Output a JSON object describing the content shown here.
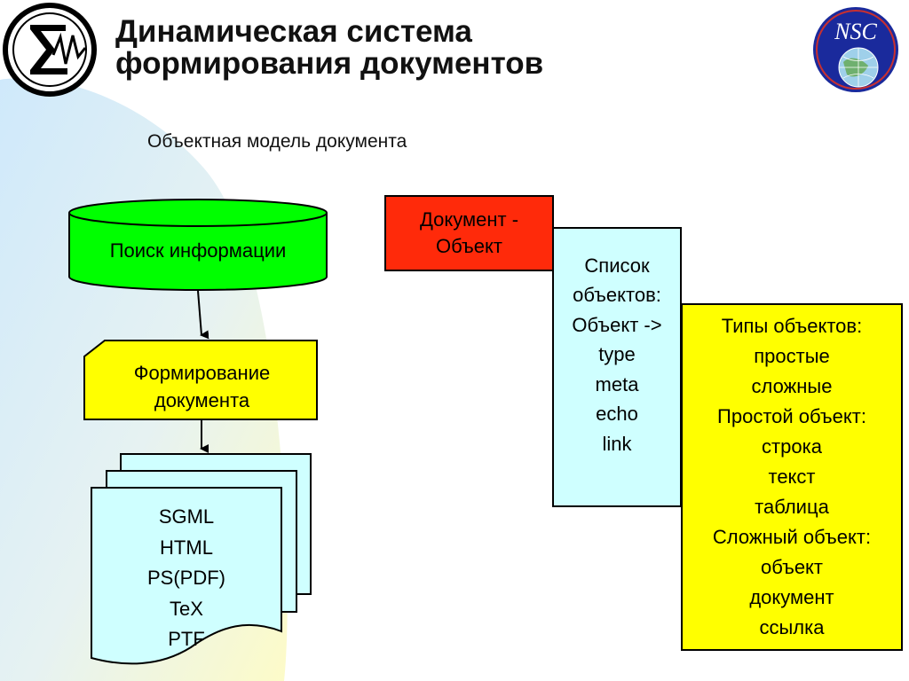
{
  "title": {
    "line1": "Динамическая система",
    "line2": "формирования документов"
  },
  "subtitle": "Объектная модель документа",
  "left_flow": {
    "search": "Поиск информации",
    "forming": [
      "Формирование",
      "документа"
    ],
    "formats": [
      "SGML",
      "HTML",
      "PS(PDF)",
      "TeX",
      "PTF"
    ]
  },
  "right_flow": {
    "document_object": [
      "Документ -",
      "Объект"
    ],
    "object_list": [
      "Список",
      "объектов:",
      "Объект ->",
      "type",
      "meta",
      "echo",
      "link"
    ],
    "object_types": [
      "Типы объектов:",
      "простые",
      "сложные",
      "Простой объект:",
      "строка",
      "текст",
      "таблица",
      "Сложный объект:",
      "объект",
      "документ",
      "ссылка"
    ]
  },
  "colors": {
    "search_fill": "#00ff00",
    "forming_fill": "#ffff00",
    "formats_fill": "#cfffff",
    "document_object_fill": "#ff2a0a",
    "object_list_fill": "#cfffff",
    "object_types_fill": "#ffff00",
    "bg_accent": "#cfe9fb"
  },
  "icons": [
    "left-logo-icon",
    "nsc-logo-icon"
  ]
}
